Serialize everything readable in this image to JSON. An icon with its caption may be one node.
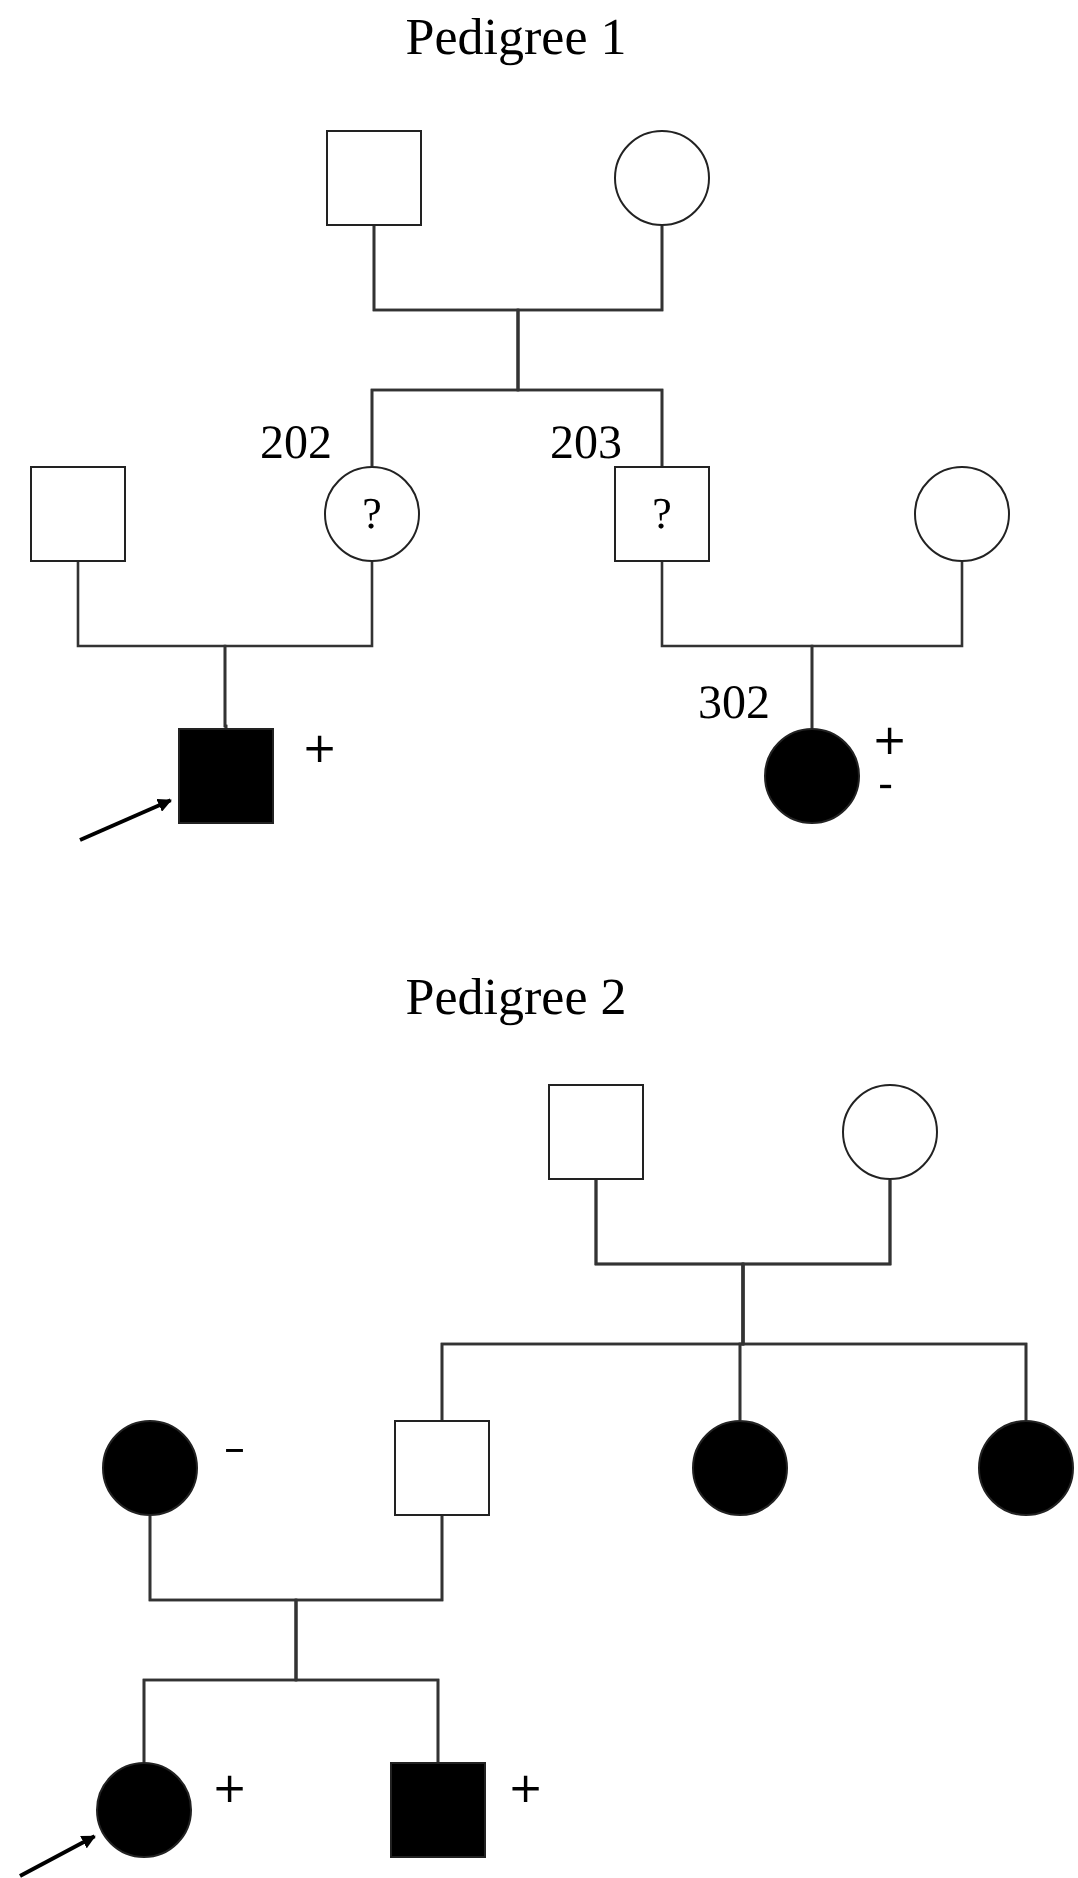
{
  "diagram": {
    "nodes": [
      {
        "text": [],
        "shape": "box"
      },
      {
        "text": [],
        "shape": "circle"
      },
      {
        "text": [],
        "shape": "box"
      },
      {
        "text": [
          "?"
        ],
        "beside": [
          "202"
        ]
      },
      {
        "text": [
          "?"
        ],
        "beside": [
          "203"
        ]
      },
      {
        "text": [],
        "shape": "circle"
      },
      {
        "text": [],
        "shape": "box",
        "beside": [
          "+"
        ]
      },
      {
        "text": [],
        "shape": "circle",
        "beside": [
          "302",
          "+",
          "-"
        ]
      },
      {
        "text": [],
        "shape": "box"
      },
      {
        "text": [],
        "shape": "circle"
      },
      {
        "text": [],
        "shape": "circle",
        "beside": [
          "–"
        ]
      },
      {
        "text": [],
        "shape": "box"
      },
      {
        "text": [],
        "shape": "circle"
      },
      {
        "text": [],
        "shape": "circle"
      },
      {
        "text": [],
        "shape": "circle",
        "beside": [
          "+"
        ]
      },
      {
        "text": [],
        "shape": "box",
        "beside": [
          "+"
        ]
      }
    ],
    "edges": [
      {
        "from": 0,
        "to": 3,
        "arrow": "none"
      },
      {
        "from": 1,
        "to": 3,
        "arrow": "none"
      },
      {
        "from": 0,
        "to": 4,
        "arrow": "none"
      },
      {
        "from": 1,
        "to": 4,
        "arrow": "none"
      },
      {
        "from": 2,
        "to": 6,
        "arrow": "none"
      },
      {
        "from": 3,
        "to": 6,
        "arrow": "none"
      },
      {
        "from": 4,
        "to": 7,
        "arrow": "none"
      },
      {
        "from": 5,
        "to": 7,
        "arrow": "none"
      },
      {
        "from": 8,
        "to": 11,
        "arrow": "none"
      },
      {
        "from": 9,
        "to": 11,
        "arrow": "none"
      },
      {
        "from": 8,
        "to": 12,
        "arrow": "none"
      },
      {
        "from": 9,
        "to": 12,
        "arrow": "none"
      },
      {
        "from": 8,
        "to": 13,
        "arrow": "none"
      },
      {
        "from": 9,
        "to": 13,
        "arrow": "none"
      },
      {
        "from": 10,
        "to": 14,
        "arrow": "none"
      },
      {
        "from": 11,
        "to": 14,
        "arrow": "none"
      },
      {
        "from": 10,
        "to": 15,
        "arrow": "none"
      },
      {
        "from": 11,
        "to": 15,
        "arrow": "none"
      },
      {
        "from": null,
        "to": 6,
        "arrow": "to"
      },
      {
        "from": null,
        "to": 14,
        "arrow": "to"
      }
    ],
    "labels": [
      "Pedigree 1",
      "Pedigree 2"
    ]
  }
}
